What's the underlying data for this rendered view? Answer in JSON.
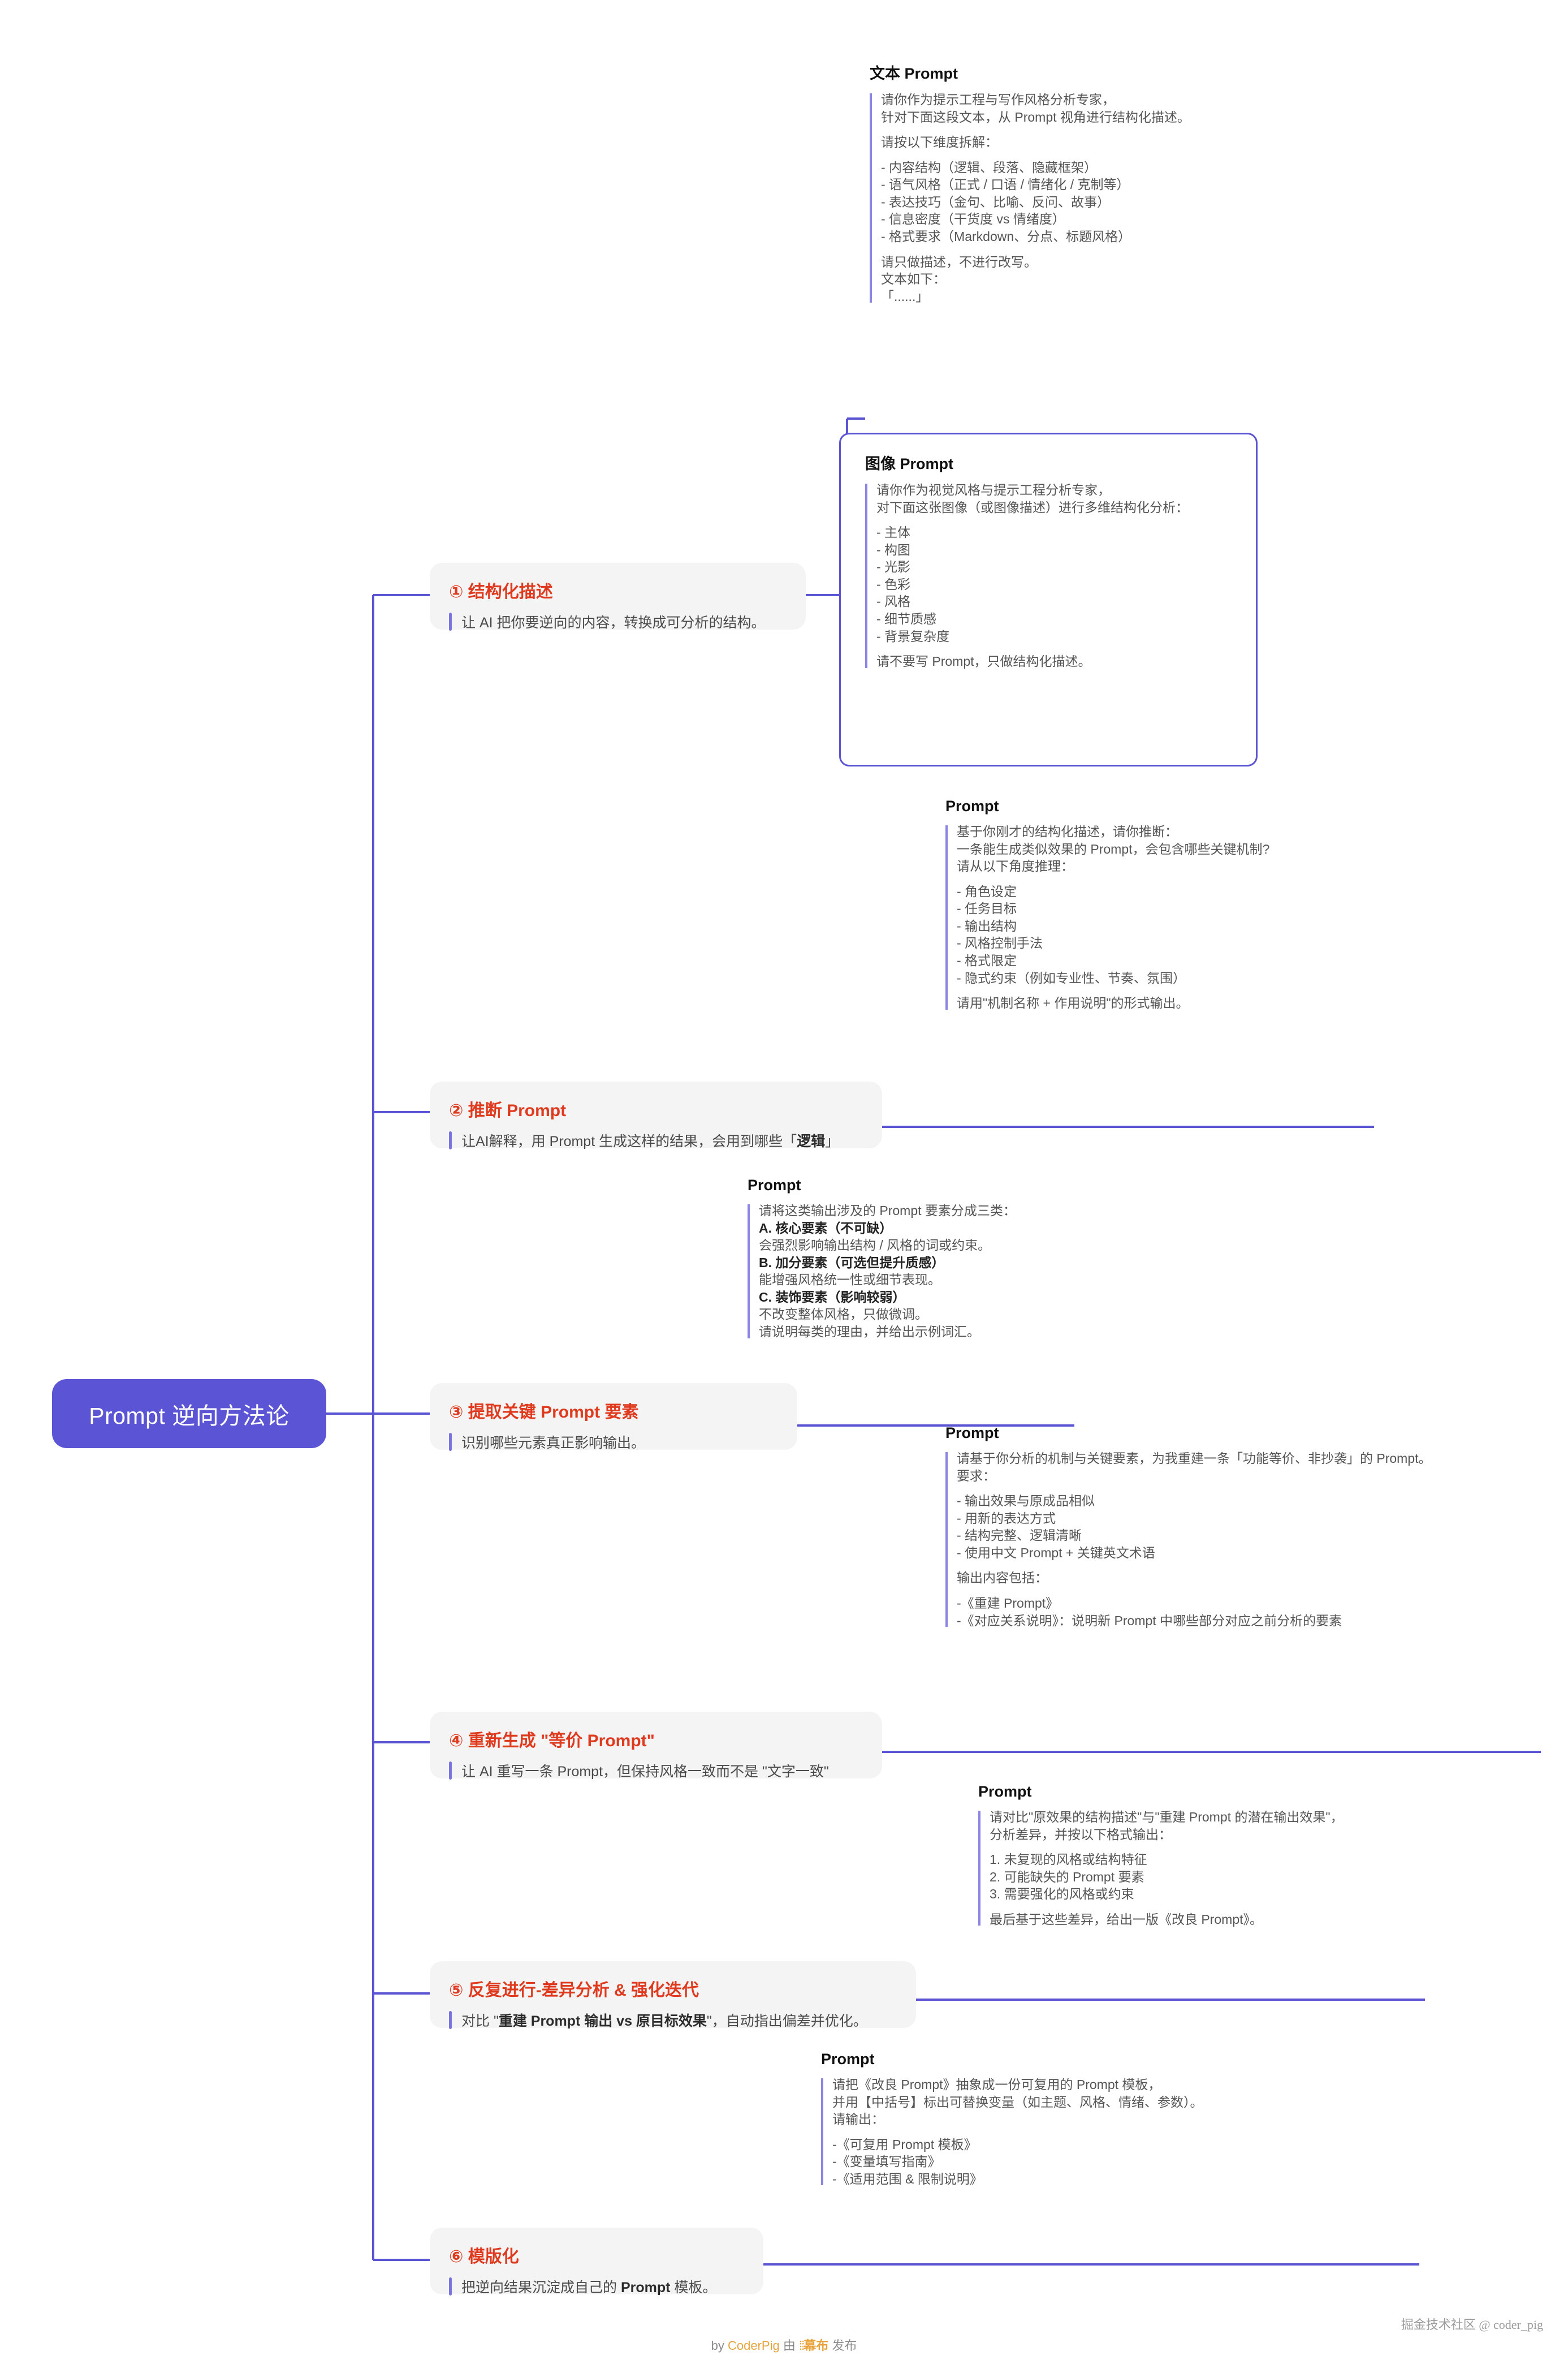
{
  "root": {
    "label": "Prompt 逆向方法论",
    "color": "#5b55d6"
  },
  "accent": {
    "branch_title": "#e03a1e",
    "bar": "#7a74e0",
    "line": "#5b55d6",
    "card_bg": "#f4f4f5"
  },
  "branches": [
    {
      "id": "b1",
      "title": "① 结构化描述",
      "desc": "让 AI 把你要逆向的内容，转换成可分析的结构。"
    },
    {
      "id": "b2",
      "title": "② 推断 Prompt",
      "desc_pre": "让AI解释，用 Prompt 生成这样的结果，会用到哪些「",
      "desc_bold": "逻辑",
      "desc_post": "」"
    },
    {
      "id": "b3",
      "title": "③ 提取关键 Prompt 要素",
      "desc": "识别哪些元素真正影响输出。"
    },
    {
      "id": "b4",
      "title": "④ 重新生成 \"等价 Prompt\"",
      "desc": "让 AI 重写一条 Prompt，但保持风格一致而不是 \"文字一致\""
    },
    {
      "id": "b5",
      "title": "⑤ 反复进行-差异分析 & 强化迭代",
      "desc_pre": "对比 \"",
      "desc_bold": "重建 Prompt 输出 vs 原目标效果",
      "desc_post": "\"，自动指出偏差并优化。"
    },
    {
      "id": "b6",
      "title": "⑥ 模版化",
      "desc_pre": "把逆向结果沉淀成自己的 ",
      "desc_bold": "Prompt",
      "desc_post": " 模板。"
    }
  ],
  "prompts": {
    "text_prompt": {
      "heading": "文本 Prompt",
      "lines": [
        "请你作为提示工程与写作风格分析专家，",
        "针对下面这段文本，从 Prompt 视角进行结构化描述。",
        "",
        "请按以下维度拆解：",
        "",
        "- 内容结构（逻辑、段落、隐藏框架）",
        "- 语气风格（正式 / 口语 / 情绪化 / 克制等）",
        "- 表达技巧（金句、比喻、反问、故事）",
        "- 信息密度（干货度 vs 情绪度）",
        "- 格式要求（Markdown、分点、标题风格）",
        "",
        "请只做描述，不进行改写。",
        "文本如下：",
        "「......」"
      ]
    },
    "image_prompt": {
      "heading": "图像 Prompt",
      "lines": [
        "请你作为视觉风格与提示工程分析专家，",
        "对下面这张图像（或图像描述）进行多维结构化分析：",
        "",
        "- 主体",
        "- 构图",
        "- 光影",
        "- 色彩",
        "- 风格",
        "- 细节质感",
        "- 背景复杂度",
        "",
        "请不要写 Prompt，只做结构化描述。"
      ]
    },
    "infer_prompt": {
      "heading": "Prompt",
      "lines": [
        "基于你刚才的结构化描述，请你推断：",
        "一条能生成类似效果的 Prompt，会包含哪些关键机制?",
        "请从以下角度推理：",
        "",
        "- 角色设定",
        "- 任务目标",
        "- 输出结构",
        "- 风格控制手法",
        "- 格式限定",
        "- 隐式约束（例如专业性、节奏、氛围）",
        "",
        "请用\"机制名称 + 作用说明\"的形式输出。"
      ]
    },
    "elements_prompt": {
      "heading": "Prompt",
      "lines": [
        {
          "t": "请将这类输出涉及的 Prompt 要素分成三类：",
          "b": false
        },
        {
          "t": "A. 核心要素（不可缺）",
          "b": true
        },
        {
          "t": "会强烈影响输出结构 / 风格的词或约束。",
          "b": false
        },
        {
          "t": "B. 加分要素（可选但提升质感）",
          "b": true
        },
        {
          "t": "能增强风格统一性或细节表现。",
          "b": false
        },
        {
          "t": "C. 装饰要素（影响较弱）",
          "b": true
        },
        {
          "t": "不改变整体风格，只做微调。",
          "b": false
        },
        {
          "t": "请说明每类的理由，并给出示例词汇。",
          "b": false
        }
      ]
    },
    "rebuild_prompt": {
      "heading": "Prompt",
      "lines": [
        "请基于你分析的机制与关键要素，为我重建一条「功能等价、非抄袭」的 Prompt。",
        "要求：",
        "",
        "- 输出效果与原成品相似",
        "- 用新的表达方式",
        "- 结构完整、逻辑清晰",
        "- 使用中文 Prompt + 关键英文术语",
        "",
        "输出内容包括：",
        "",
        "-《重建 Prompt》",
        "-《对应关系说明》：说明新 Prompt 中哪些部分对应之前分析的要素"
      ]
    },
    "diff_prompt": {
      "heading": "Prompt",
      "lines": [
        "请对比\"原效果的结构描述\"与\"重建 Prompt 的潜在输出效果\"，",
        "分析差异，并按以下格式输出：",
        "",
        "1. 未复现的风格或结构特征",
        "2. 可能缺失的 Prompt 要素",
        "3. 需要强化的风格或约束",
        "",
        "最后基于这些差异，给出一版《改良 Prompt》。"
      ]
    },
    "template_prompt": {
      "heading": "Prompt",
      "lines": [
        "请把《改良 Prompt》抽象成一份可复用的 Prompt 模板，",
        "并用【中括号】标出可替换变量（如主题、风格、情绪、参数）。",
        "请输出：",
        "",
        "-《可复用 Prompt 模板》",
        "-《变量填写指南》",
        "-《适用范围 & 限制说明》"
      ]
    }
  },
  "footer": {
    "by": "by CoderPig",
    "mid": "由",
    "mubu": "幕布",
    "tail": "发布"
  },
  "watermark": "掘金技术社区 @ coder_pig"
}
